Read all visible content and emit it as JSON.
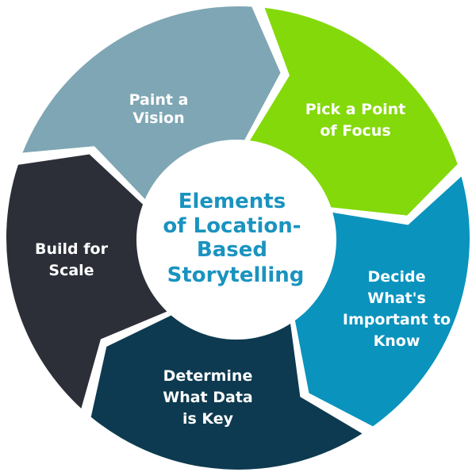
{
  "center": {
    "lines": [
      "Elements",
      "of Location-",
      "Based",
      "Storytelling"
    ],
    "color": "#1a93bf"
  },
  "segments": [
    {
      "name": "paint-a-vision",
      "lines": [
        "Paint a",
        "Vision"
      ],
      "color": "#84d90a"
    },
    {
      "name": "pick-a-point-of-focus",
      "lines": [
        "Pick a Point",
        "of Focus"
      ],
      "color": "#0a93bd"
    },
    {
      "name": "decide-whats-important",
      "lines": [
        "Decide",
        "What's",
        "Important to",
        "Know"
      ],
      "color": "#0d3a50"
    },
    {
      "name": "determine-what-data-is-key",
      "lines": [
        "Determine",
        "What Data",
        "is Key"
      ],
      "color": "#2c2f38"
    },
    {
      "name": "build-for-scale",
      "lines": [
        "Build for",
        "Scale"
      ],
      "color": "#7fa6b4"
    }
  ]
}
